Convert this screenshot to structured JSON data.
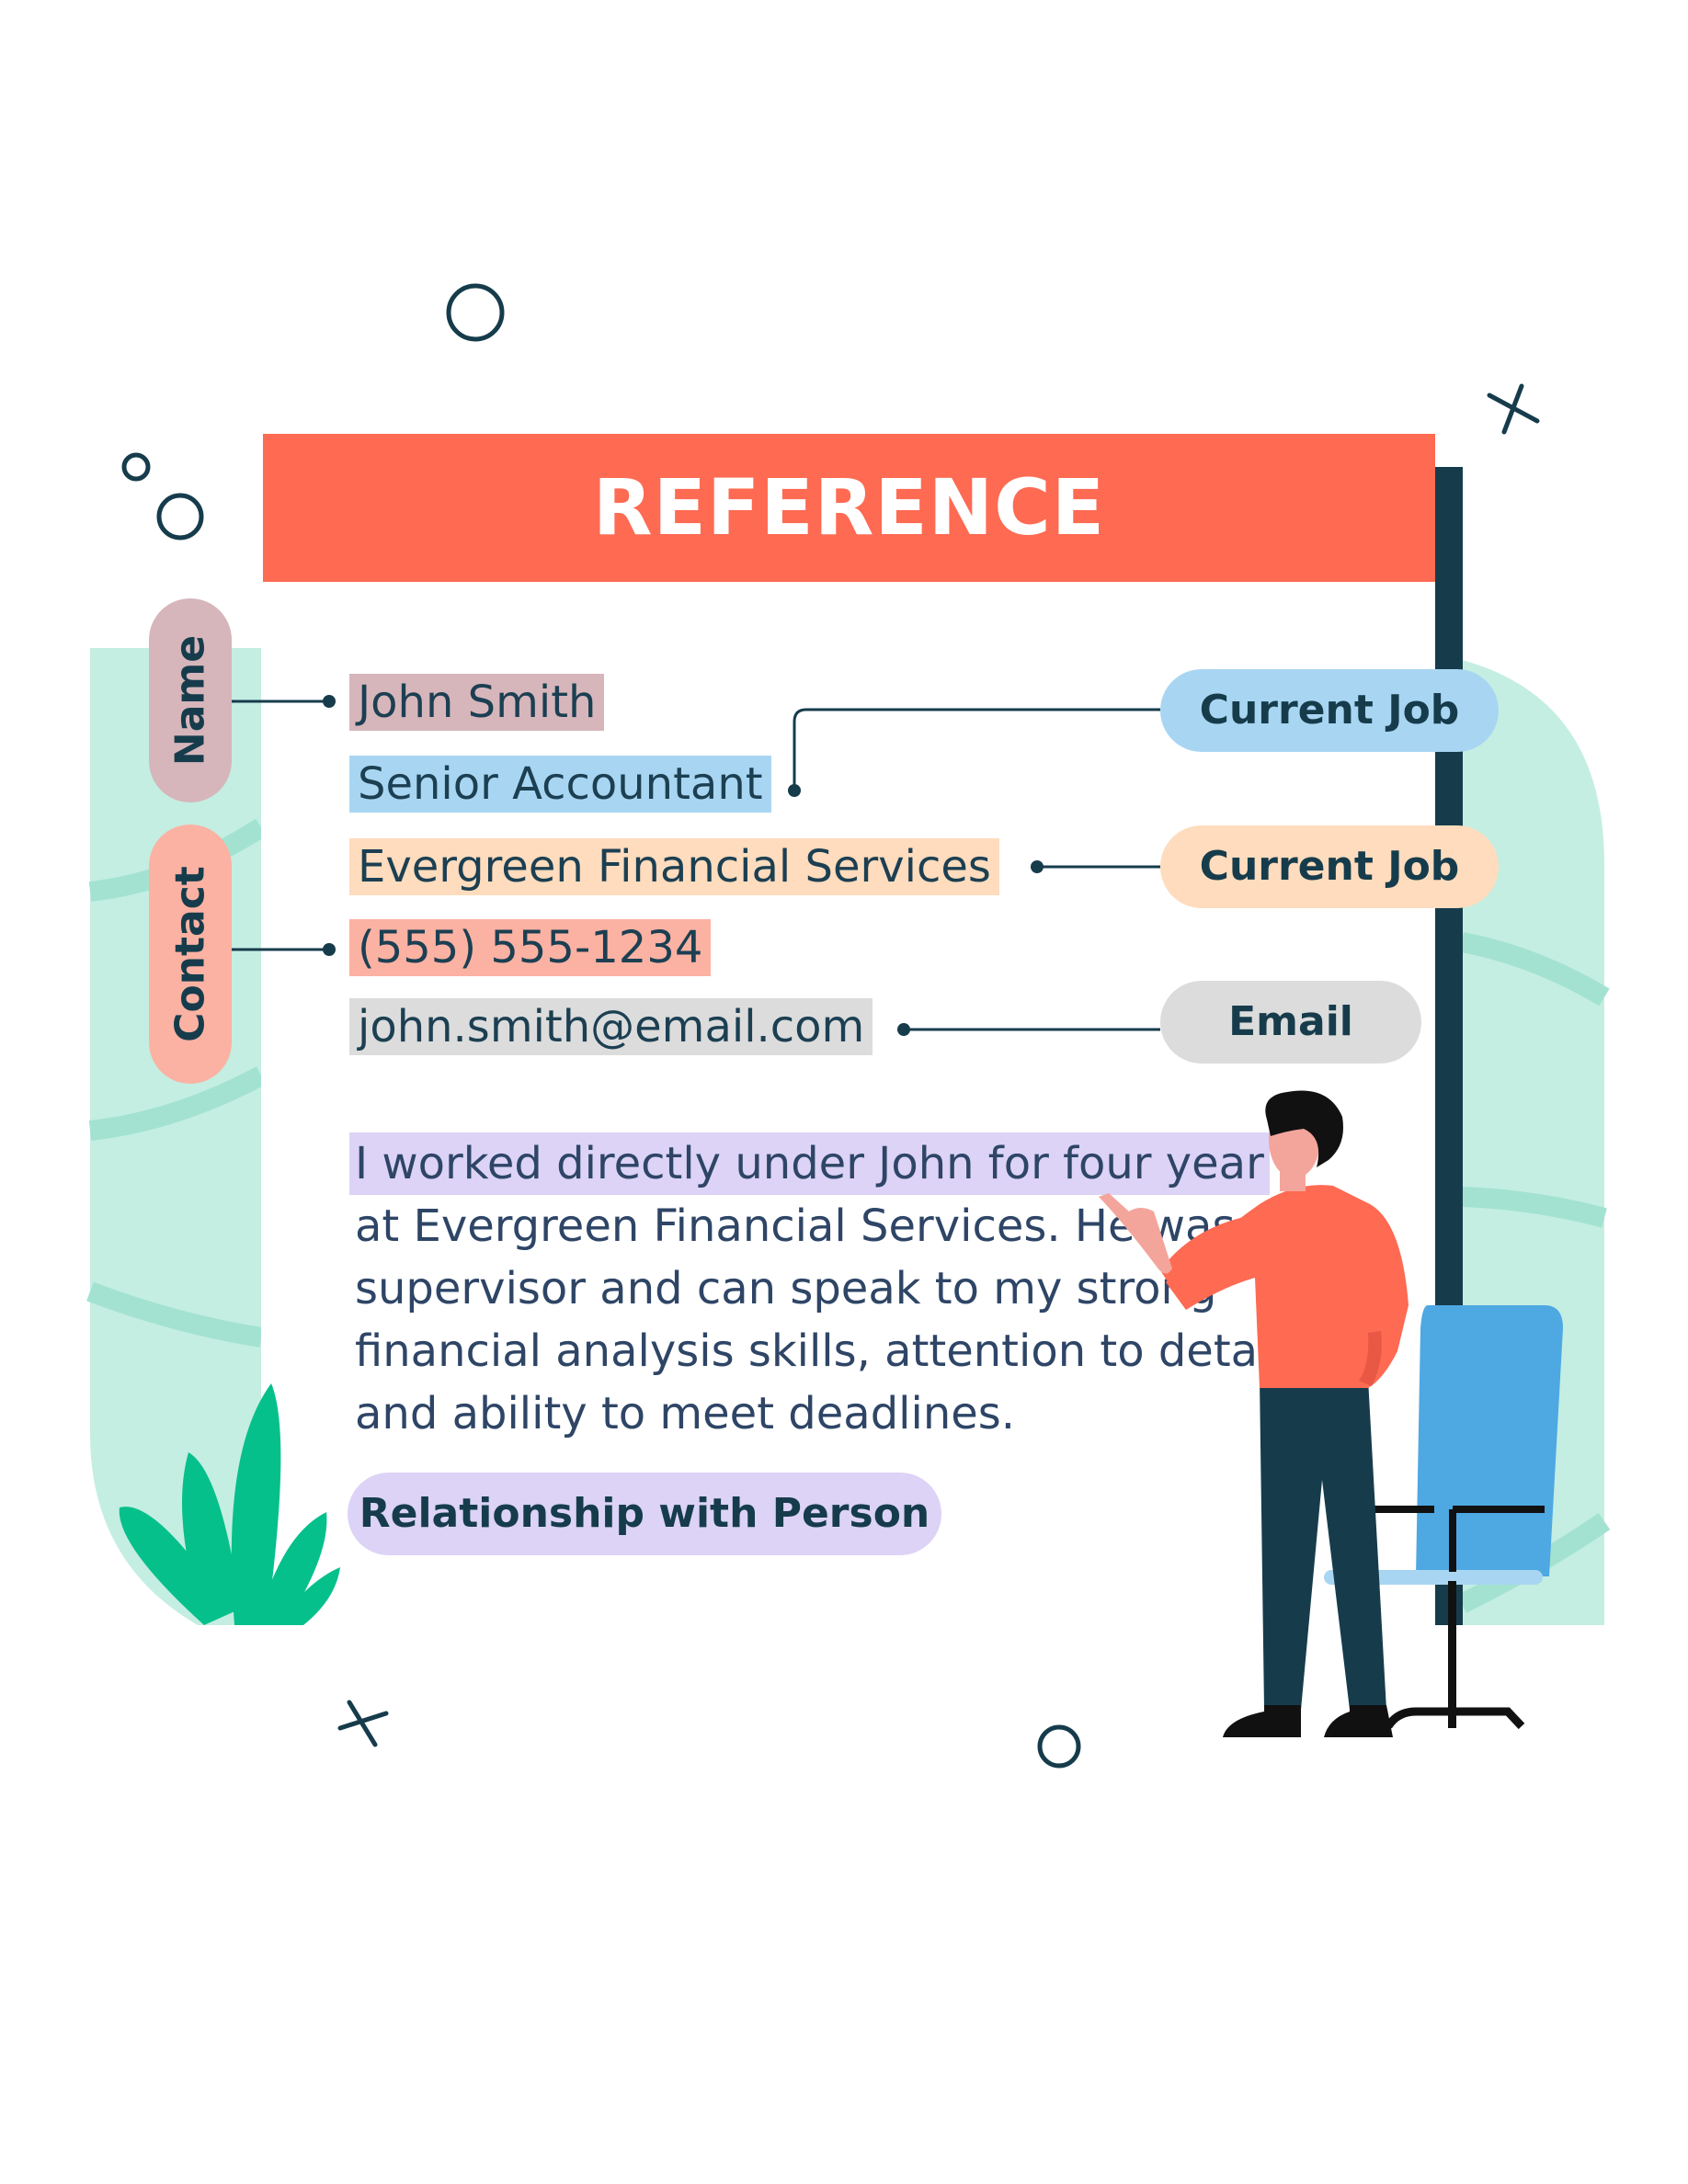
{
  "header": {
    "title": "REFERENCE"
  },
  "labels": {
    "name": "Name",
    "contact": "Contact",
    "current_job_1": "Current Job",
    "current_job_2": "Current Job",
    "email": "Email",
    "relationship": "Relationship with Person"
  },
  "fields": {
    "name": "John Smith",
    "title": "Senior Accountant",
    "company": "Evergreen Financial Services",
    "phone": "(555) 555-1234",
    "email": "john.smith@email.com"
  },
  "statement": {
    "lines": [
      "I worked directly under John for four year",
      "at Evergreen Financial Services. He was",
      "supervisor and can speak to my strong",
      "financial analysis skills, attention to deta",
      "and ability to meet deadlines."
    ]
  },
  "colors": {
    "header": "#fe6a52",
    "name_highlight": "#d6b6bb",
    "job_highlight": "#a8d6f2",
    "company_highlight": "#fedcbd",
    "phone_highlight": "#fbb2a3",
    "email_highlight": "#dcdcdc",
    "statement_highlight": "#dcd3f6",
    "mint": "#c4eee2",
    "navy": "#163c4c"
  }
}
